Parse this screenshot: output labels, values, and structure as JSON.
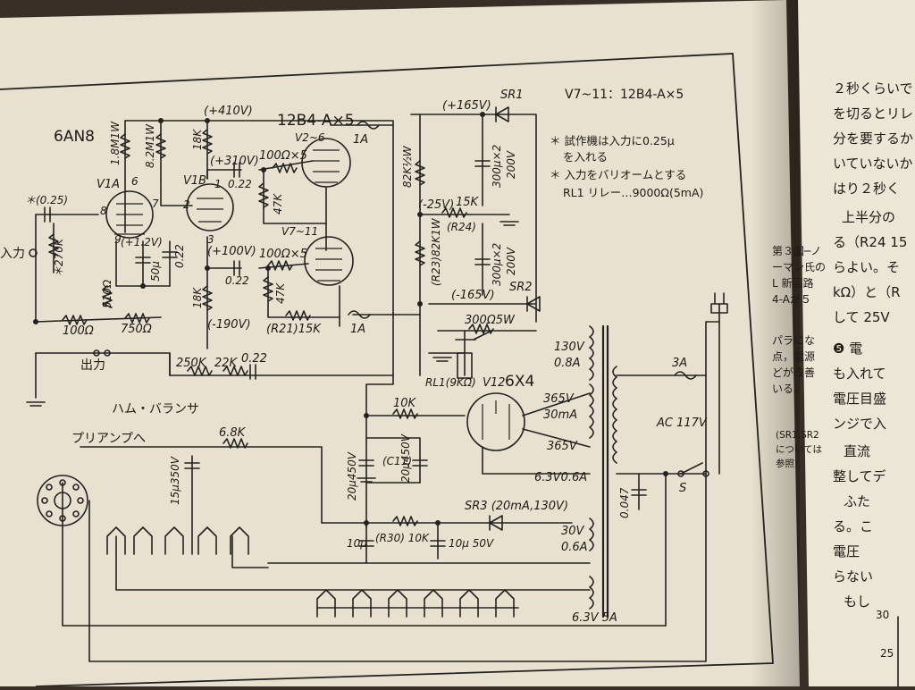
{
  "colors": {
    "paper": "#e8e1cf",
    "paper_right": "#ece6d6",
    "ink": "#222222",
    "gutter": "#3a2f26"
  },
  "tubes": {
    "t6an8": "6AN8",
    "v1a": "V1A",
    "v1b": "V1B",
    "t12b4": "12B4-A×5",
    "v2_6": "V2~6",
    "v7_11": "V7~11",
    "t6x4": "6X4",
    "v12": "V12",
    "v_legend": "V7~11：12B4-A×5"
  },
  "notes": {
    "n1a": "＊ 試作機は入力に0.25μ",
    "n1b": "を入れる",
    "n2": "＊ 入力をバリオームとする",
    "n3": "RL1 リレー…9000Ω(5mA)"
  },
  "labels": {
    "input": "入力",
    "output": "出力",
    "hum_balancer": "ハム・バランサ",
    "preamp": "プリアンプへ",
    "ac": "AC 117V",
    "fuse3a": "3A",
    "switch_s": "S",
    "pins_6": "6",
    "pins_7": "7",
    "pins_8": "8",
    "pins_9": "9",
    "pins_1": "1",
    "pins_2": "2",
    "pins_3": "3"
  },
  "voltages": {
    "p410": "(+410V)",
    "p310": "(+310V)",
    "p100": "(+100V)",
    "p12": "(+1.2V)",
    "m190": "(-190V)",
    "p165": "(+165V)",
    "m25": "(-25V)",
    "m165": "(-165V)"
  },
  "components": {
    "c025": "＊(0.25)",
    "r270k": "＊270K",
    "r510": "510Ω",
    "c50u": "50μ",
    "c022a": "0.22",
    "r18m": "1.8M1W",
    "r82m": "8.2M1W",
    "r18k_a": "18K",
    "r18k_b": "18K",
    "c022b": "0.22",
    "c022c": "0.22",
    "r100x5a": "100Ω×5",
    "r100x5b": "100Ω×5",
    "r47k_a": "47K",
    "r47k_b": "47K",
    "r21": "(R21)15K",
    "fuse1a_a": "1A",
    "fuse1a_b": "1A",
    "r100": "100Ω",
    "r750": "750Ω",
    "r250k": "250K",
    "r22k": "22K",
    "c022d": "0.22",
    "r68k": "6.8K",
    "c15u": "15μ350V",
    "r82k": "82K½W",
    "r82k1w": "(R23)82K1W",
    "r15k": "15K",
    "r24": "(R24)",
    "c300a": "300μ×2",
    "c300a_v": "200V",
    "c300b": "300μ×2",
    "c300b_v": "200V",
    "sr1": "SR1",
    "sr2": "SR2",
    "sr3": "SR3 (20mA,130V)",
    "r300": "300Ω5W",
    "rl1": "RL1(9KΩ)",
    "r10k": "10K",
    "c20a": "20μ450V",
    "c11": "(C11)",
    "c20b": "20μ450V",
    "c10a": "10μ",
    "r30": "(R30) 10K",
    "c10b": "10μ 50V",
    "c047": "0.047"
  },
  "transformer": {
    "w130": "130V",
    "w08": "0.8A",
    "w365a": "365V",
    "w30ma": "30mA",
    "w365b": "365V",
    "w63a": "6.3V0.6A",
    "w30": "30V",
    "w06": "0.6A",
    "w63b": "6.3V 5A"
  },
  "right_page": {
    "l1": "２秒くらいで",
    "l2": "を切るとリレ",
    "l3": "分を要するか",
    "l4": "いていないか",
    "l5": "はり２秒く",
    "l6": "上半分の",
    "l7": "る（R24 15",
    "l8": "らよい。そ",
    "l9": "kΩ）と（R",
    "l10": "して 25V",
    "l11": "❺ 電",
    "l12": "も入れて",
    "l13": "電圧目盛",
    "l14": "ンジで入",
    "l15": "直流",
    "l16": "整してデ",
    "l17": "ふた",
    "l18": "る。こ",
    "l19": "電圧",
    "l20": "らない",
    "l21": "もし",
    "ax30": "30",
    "ax25": "25"
  },
  "caption": {
    "c1": "第３図─ノ",
    "c2": "ーマン氏の",
    "c3": "L 新回路",
    "c4": "4-Aが５",
    "c5": "パラにな",
    "c6": "点，電源",
    "c7": "どが改善",
    "c8": "いる。",
    "c9": "(SR1,SR2",
    "c10": "については",
    "c11": "参照)"
  }
}
